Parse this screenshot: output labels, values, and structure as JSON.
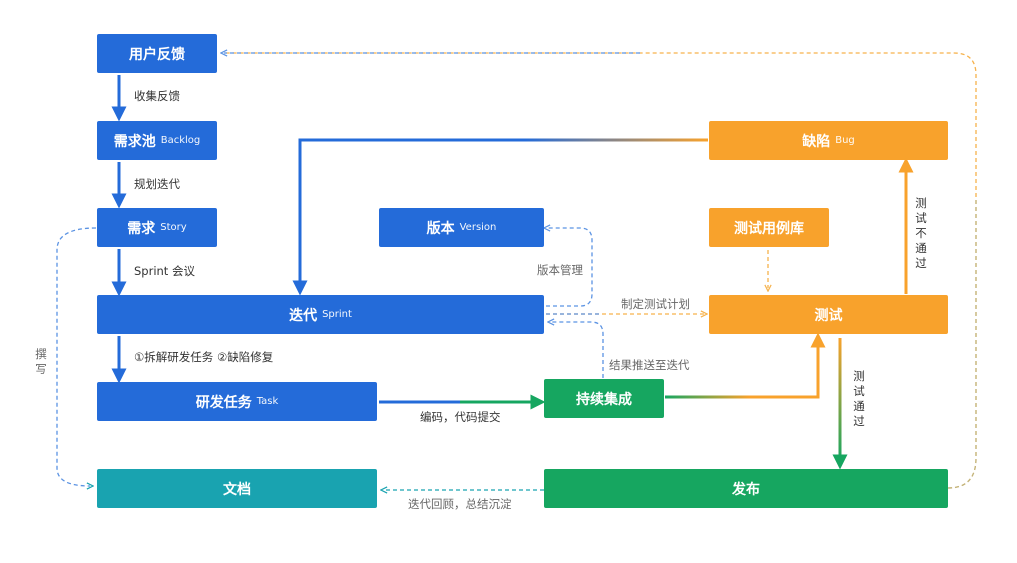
{
  "nodes": {
    "feedback": {
      "label": "用户反馈",
      "sub": ""
    },
    "backlog": {
      "label": "需求池",
      "sub": "Backlog"
    },
    "story": {
      "label": "需求",
      "sub": "Story"
    },
    "sprint": {
      "label": "迭代",
      "sub": "Sprint"
    },
    "task": {
      "label": "研发任务",
      "sub": "Task"
    },
    "doc": {
      "label": "文档",
      "sub": ""
    },
    "version": {
      "label": "版本",
      "sub": "Version"
    },
    "ci": {
      "label": "持续集成",
      "sub": ""
    },
    "release": {
      "label": "发布",
      "sub": ""
    },
    "bug": {
      "label": "缺陷",
      "sub": "Bug"
    },
    "testcase": {
      "label": "测试用例库",
      "sub": ""
    },
    "test": {
      "label": "测试",
      "sub": ""
    }
  },
  "edges": {
    "collect": "收集反馈",
    "plan": "规划迭代",
    "meeting": "Sprint 会议",
    "breakdown": "①拆解研发任务 ②缺陷修复",
    "write": "撰写",
    "version_mgmt": "版本管理",
    "test_plan": "制定测试计划",
    "push": "结果推送至迭代",
    "code": "编码，代码提交",
    "retro": "迭代回顾，总结沉淀",
    "test_fail": "测试不通过",
    "test_pass": "测试通过"
  },
  "colors": {
    "blue": "#246bd9",
    "orange": "#f8a22c",
    "green": "#16a660",
    "teal": "#19a3b0",
    "dashed_blue": "#5b93e3",
    "dashed_orange": "#f6b24c"
  }
}
